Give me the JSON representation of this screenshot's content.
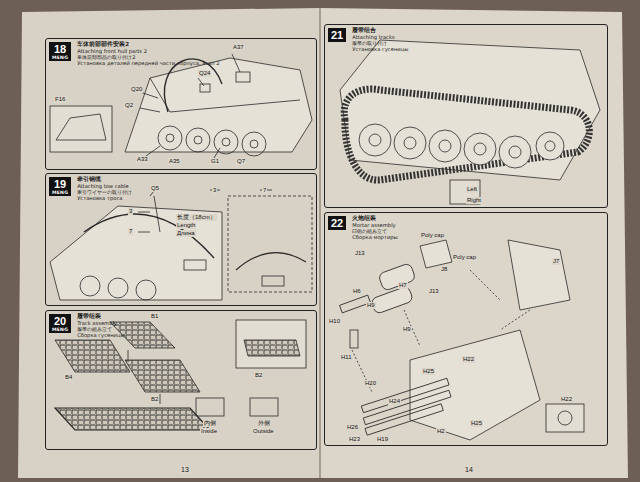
{
  "diagram": {
    "nodes": [
      {
        "text": [
          "车体前部部件安装2",
          "Attaching front hull parts 2",
          "車体前部部品の取り付け2",
          "Установка деталей передней части корпуса, этап 2"
        ]
      },
      {
        "text": [
          "18",
          "MENG"
        ],
        "in": 0
      },
      {
        "text": [
          "牵引钢缆",
          "Attaching tow cable",
          "牽引ワイヤーの取り付け",
          "Установка троса"
        ]
      },
      {
        "text": [
          "19",
          "MENG"
        ],
        "in": 2
      },
      {
        "text": [
          "履带组装",
          "Track assembly",
          "履帯の組み立て",
          "Сборка гусеницы"
        ]
      },
      {
        "text": [
          "20",
          "MENG"
        ],
        "in": 4
      },
      {
        "text": [
          "履带组合",
          "Attaching tracks",
          "履帯の取り付け",
          "Установка гусеницы"
        ]
      },
      {
        "text": [
          "21"
        ],
        "in": 6
      },
      {
        "text": [
          "火炮组装",
          "Mortar assembly",
          "臼砲の組み立て",
          "Сборка мортиры"
        ]
      },
      {
        "text": [
          "22"
        ],
        "in": 8
      }
    ],
    "labels": [
      "A37",
      "Q24",
      "Q20",
      "Q2",
      "F16",
      "A33",
      "A35",
      "G1",
      "Q7",
      "Q5",
      "3",
      "7",
      "3",
      "7",
      "长度（18cm）",
      "Length",
      "Длина",
      "B1",
      "B4",
      "B2",
      "B2",
      "内侧",
      "Inside",
      "外侧",
      "Outside",
      "Left",
      "Right",
      "Poly cap",
      "Poly cap",
      "J13",
      "J8",
      "J13",
      "J7",
      "H6",
      "H7",
      "H10",
      "H9",
      "H9",
      "H11",
      "H25",
      "H22",
      "H24",
      "H20",
      "H26",
      "H2",
      "H25",
      "H23",
      "H19",
      "H22",
      "13",
      "14"
    ]
  }
}
